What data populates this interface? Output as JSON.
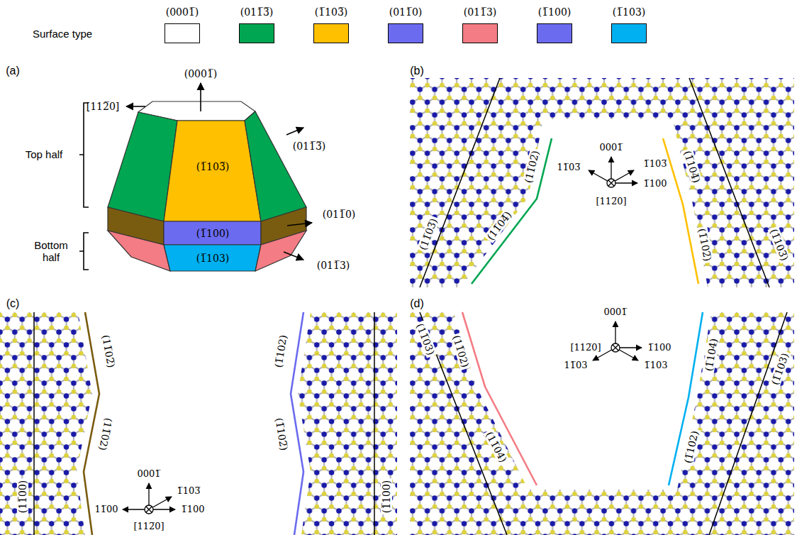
{
  "diagram": {
    "labels": [
      "Surface type",
      "(a)",
      "(0001̅)",
      "[112̅0]",
      "Top half",
      "(011̅3̅)",
      "(1̅103̅)",
      "(011̅0)",
      "Bottom half",
      "(1̅100)",
      "(1̅103)",
      "(011̅3)",
      "(b)",
      "(11̅03̅)",
      "(11̅02̅)",
      "(11̅04̅)",
      "0001̅",
      "11̅03̅",
      "1̅103̅",
      "1̅100",
      "[112̅0]",
      "(1̅104̅)",
      "(1̅102̅)",
      "(1̅103̅)",
      "(c)",
      "(11̅00)",
      "(11̅02̅)",
      "(11̅02)",
      "0001̅",
      "1̅103̅",
      "11̅00",
      "1̅100",
      "[112̅0]",
      "(1̅102)",
      "(1̅102̅)",
      "(1̅100)",
      "(d)",
      "(11̅03)",
      "(11̅02)",
      "(11̅04)",
      "0001̅",
      "[112̅0]",
      "1̅100",
      "11̅03",
      "1̅103",
      "(1̅102)",
      "(1̅104)",
      "(1̅103)"
    ],
    "legend": [
      {
        "text": "(0001̅)",
        "color": "#ffffff"
      },
      {
        "text": "(011̅3̅)",
        "color": "#00a651"
      },
      {
        "text": "(1̅103̅)",
        "color": "#ffc000"
      },
      {
        "text": "(011̅0)",
        "color": "#6b6bf0"
      },
      {
        "text": "(011̅3)",
        "color": "#f47c84"
      },
      {
        "text": "(1̅100)",
        "color": "#6b6bf0"
      },
      {
        "text": "(1̅103)",
        "color": "#00b0f0"
      }
    ]
  }
}
